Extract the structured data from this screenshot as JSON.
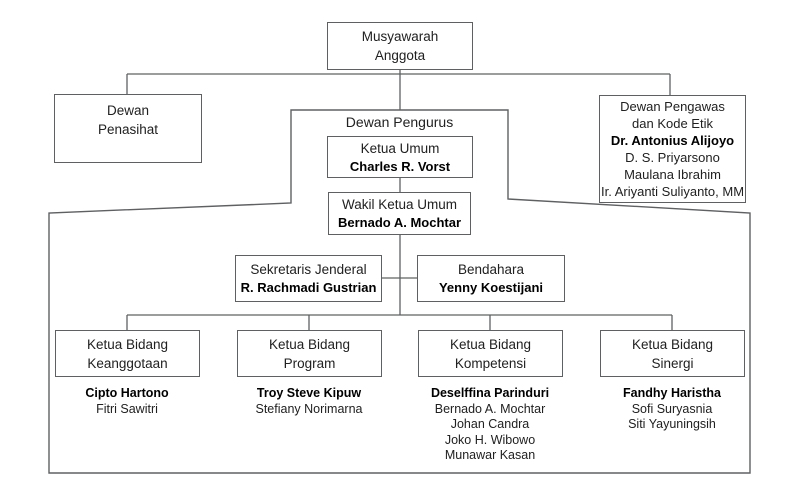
{
  "title_box": {
    "label": "Musyawarah Anggota"
  },
  "advisory_box": {
    "label": "Dewan Penasihat"
  },
  "supervisory_box": {
    "label": "Dewan Pengawas dan Kode Etik",
    "chair": "Dr. Antonius Alijoyo",
    "members": [
      "D. S. Priyarsono",
      "Maulana Ibrahim",
      "Ir. Ariyanti Suliyanto, MM"
    ]
  },
  "board": {
    "label": "Dewan Pengurus",
    "chairman": {
      "title": "Ketua Umum",
      "name": "Charles R. Vorst"
    },
    "vice_chairman": {
      "title": "Wakil Ketua Umum",
      "name": "Bernado A. Mochtar"
    },
    "secretary_general": {
      "title": "Sekretaris Jenderal",
      "name": "R. Rachmadi Gustrian"
    },
    "treasurer": {
      "title": "Bendahara",
      "name": "Yenny Koestijani"
    },
    "divisions": [
      {
        "title": "Ketua Bidang Keanggotaan",
        "lead": "Cipto Hartono",
        "members": [
          "Fitri Sawitri"
        ]
      },
      {
        "title": "Ketua Bidang Program",
        "lead": "Troy Steve Kipuw",
        "members": [
          "Stefiany Norimarna"
        ]
      },
      {
        "title": "Ketua Bidang Kompetensi",
        "lead": "Deselffina Parinduri",
        "members": [
          "Bernado A. Mochtar",
          "Johan Candra",
          "Joko H. Wibowo",
          "Munawar Kasan"
        ]
      },
      {
        "title": "Ketua Bidang Sinergi",
        "lead": "Fandhy Haristha",
        "members": [
          "Sofi Suryasnia",
          "Siti Yayuningsih"
        ]
      }
    ]
  },
  "colors": {
    "line": "#5f6062",
    "text": "#212121"
  }
}
